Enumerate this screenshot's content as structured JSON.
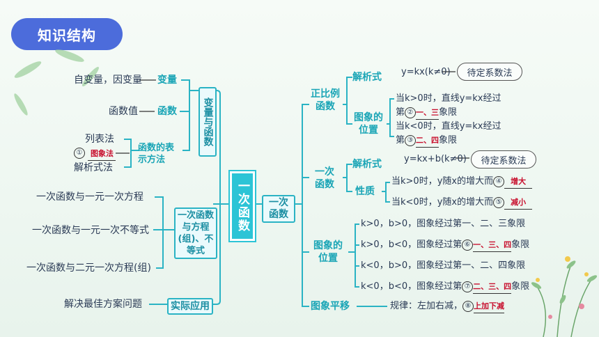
{
  "header": {
    "tag": "知识结构"
  },
  "center": {
    "title": "一次函数"
  },
  "left": {
    "bianliang_group": "变量与函数",
    "zibianliang": "自变量，因变量",
    "bianliang": "变量",
    "hanshuzhi": "函数值",
    "hanshu": "函数",
    "liebiaofa": "列表法",
    "tuxiangfa_answer": "图象法",
    "jiexishifa": "解析式法",
    "biaoshifangfa": "函数的表示方法",
    "fangcheng_group": "一次函数与方程(组)、不等式",
    "item1": "一次函数与一元一次方程",
    "item2": "一次函数与一元一次不等式",
    "item3": "一次函数与二元一次方程(组)",
    "shiji": "实际应用",
    "zuijia": "解决最佳方案问题"
  },
  "right": {
    "yicihanshu_box": "一次函数",
    "zhengbili": "正比例函数",
    "jiexishi1": "解析式",
    "formula1": "y=kx(k≠0)",
    "daidingxishu": "待定系数法",
    "tuxiangde": "图象的位置",
    "zb_line1": "当k>0时，直线y=kx经过",
    "zb_line2_pre": "第",
    "zb_line2_post": "象限",
    "zb_ans2": "一、三",
    "zb_line3": "当k<0时，直线y=kx经过",
    "zb_ans3": "二、四",
    "yici": "一次函数",
    "jiexishi2": "解析式",
    "formula2": "y=kx+b(k≠0)",
    "xingzhi": "性质",
    "xz_line1": "当k>0时，y随x的增大而",
    "xz_ans1": "增大",
    "xz_line2": "当k<0时，y随x的增大而",
    "xz_ans2": "减小",
    "weizhi": "图象的位置",
    "wz1": "k>0，b>0，图象经过第一、二、三象限",
    "wz2_pre": "k>0，b<0，图象经过第",
    "wz2_ans": "一、三、四",
    "wz_post": "象限",
    "wz3": "k<0，b>0，图象经过第一、二、四象限",
    "wz4_pre": "k<0，b<0，图象经过第",
    "wz4_ans": "二、三、四",
    "pingyi": "图象平移",
    "guilv": "规律：左加右减，",
    "guilv_ans": "上加下减"
  },
  "nums": [
    "①",
    "②",
    "③",
    "④",
    "⑤",
    "⑥",
    "⑦",
    "⑧"
  ]
}
